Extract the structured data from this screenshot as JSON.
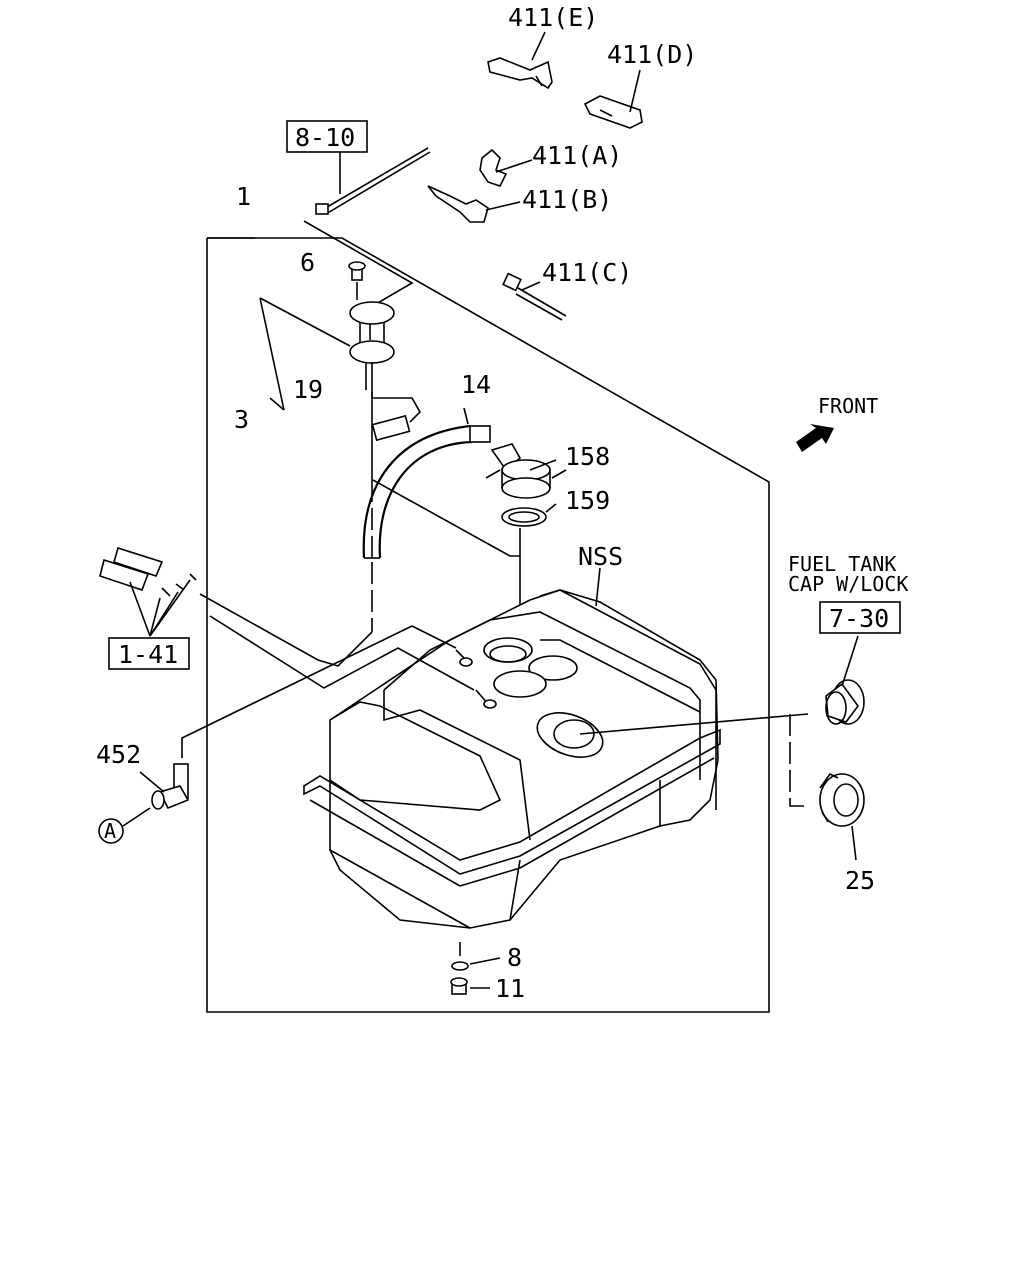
{
  "diagram": {
    "callouts": {
      "part_411E": "411(E)",
      "part_411D": "411(D)",
      "part_411A": "411(A)",
      "part_411B": "411(B)",
      "part_411C": "411(C)",
      "part_1": "1",
      "part_6": "6",
      "part_19": "19",
      "part_3": "3",
      "part_14": "14",
      "part_158": "158",
      "part_159": "159",
      "part_nss": "NSS",
      "part_452": "452",
      "part_25": "25",
      "part_8": "8",
      "part_11": "11"
    },
    "refs": {
      "ref_8_10": "8-10",
      "ref_1_41": "1-41",
      "ref_7_30": "7-30",
      "connector_a": "A"
    },
    "notes": {
      "front": "FRONT",
      "cap_line1": "FUEL TANK",
      "cap_line2": "CAP W/LOCK"
    }
  }
}
